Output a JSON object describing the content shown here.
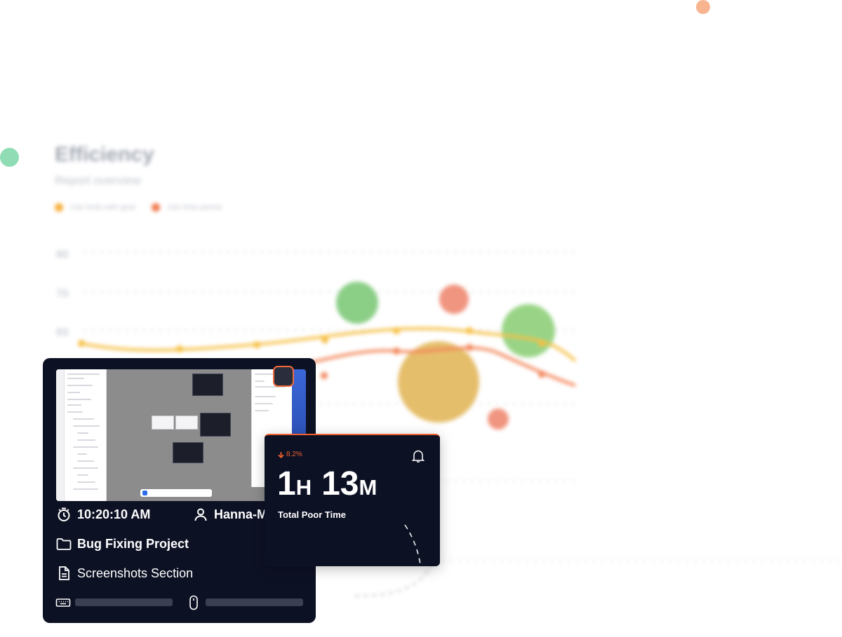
{
  "background_chart": {
    "title": "Efficiency",
    "subtitle": "Report overview",
    "legend": [
      {
        "label": "Use tools with goal",
        "color": "#f5a623"
      },
      {
        "label": "Use time period",
        "color": "#f06a3a"
      }
    ],
    "y_ticks": [
      "80",
      "70",
      "60"
    ]
  },
  "session_card": {
    "time": "10:20:10 AM",
    "user": "Hanna-M",
    "project": "Bug Fixing Project",
    "section": "Screenshots Section"
  },
  "poor_time_card": {
    "trend": "8.2%",
    "hours_value": "1",
    "hours_unit": "H",
    "minutes_value": "13",
    "minutes_unit": "M",
    "label": "Total Poor Time"
  },
  "colors": {
    "card_bg": "#0d1124",
    "accent": "#f0612d",
    "orange_dot": "#f7b48f",
    "green_dot": "#8fdcb5"
  }
}
